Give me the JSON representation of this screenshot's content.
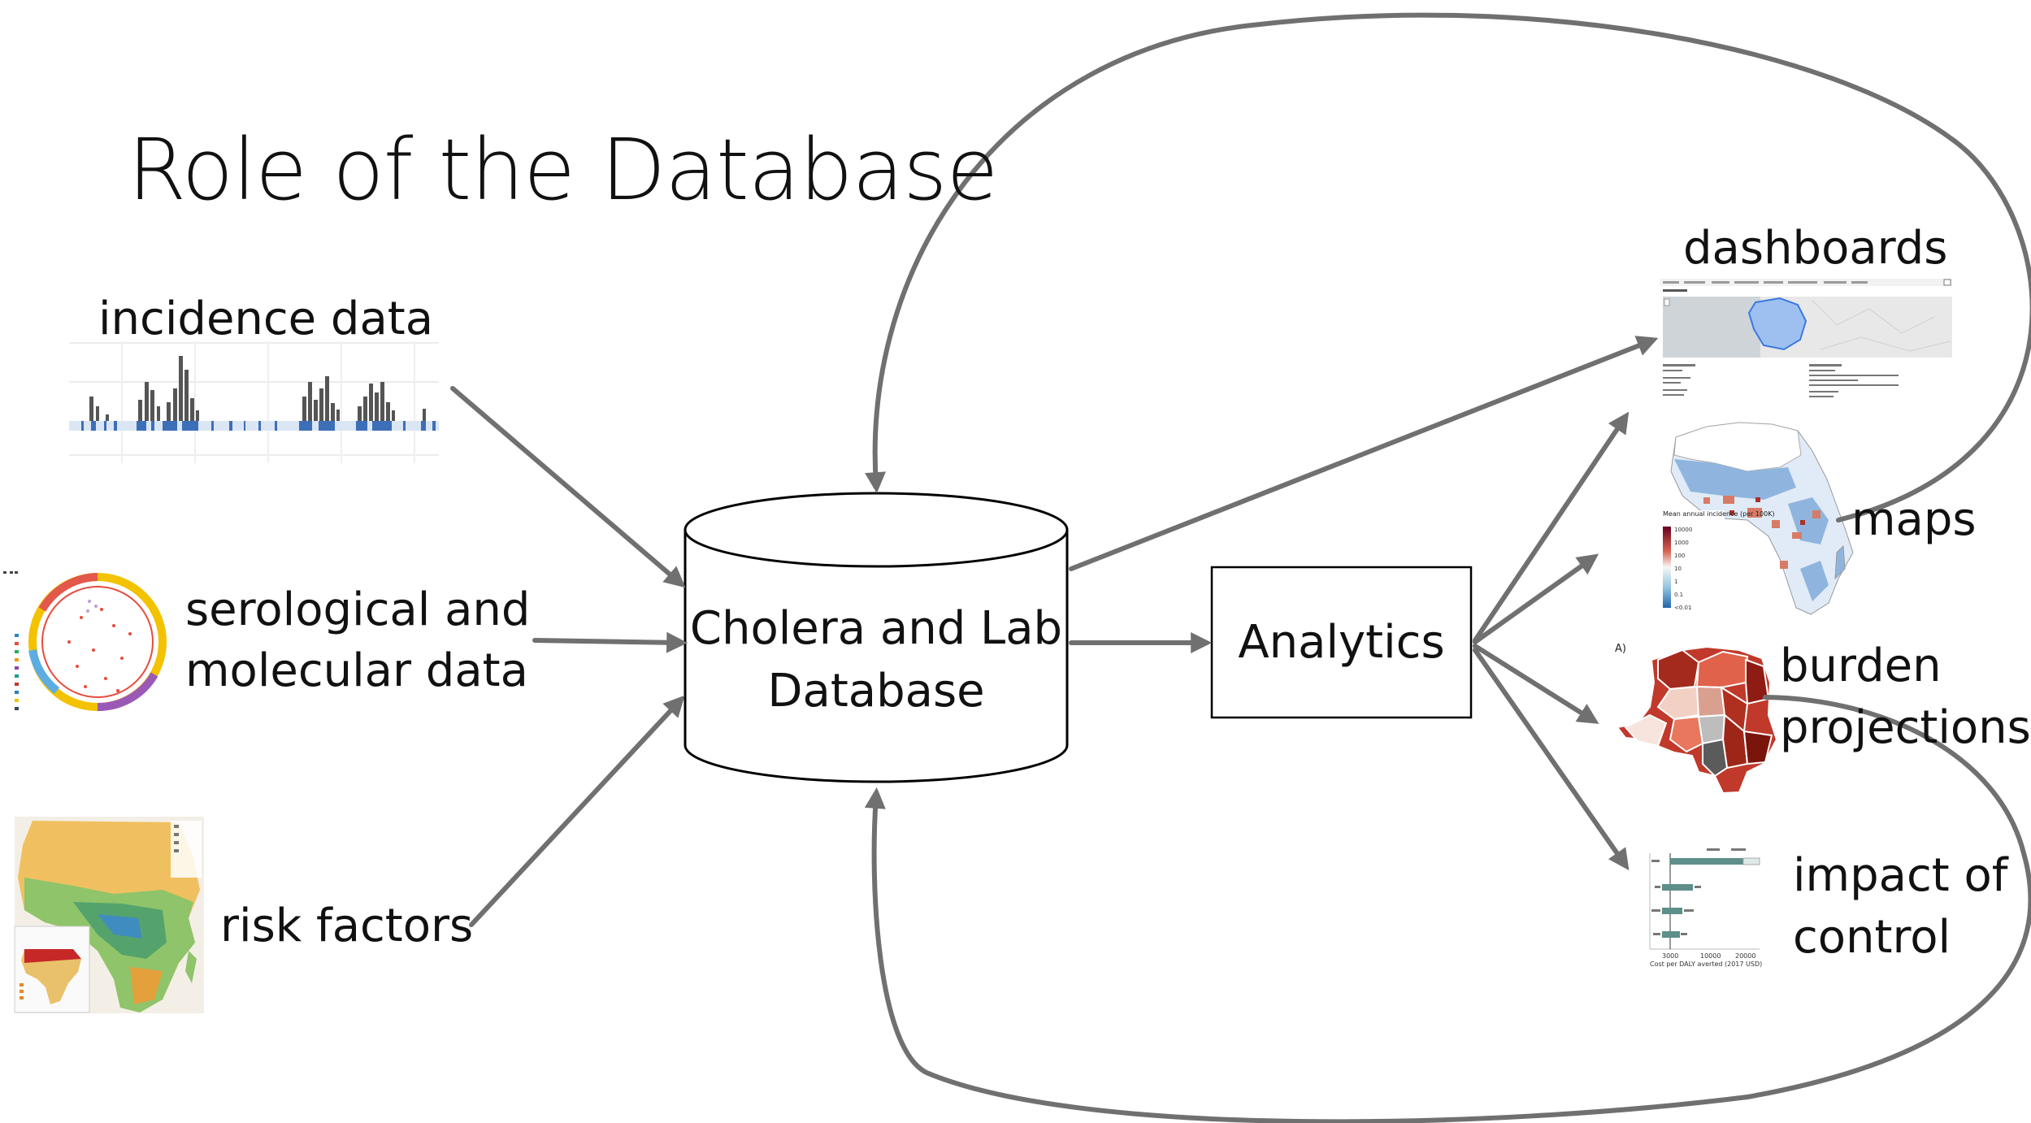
{
  "slide": {
    "title": "Role of the Database"
  },
  "sources": {
    "incidence": "incidence data",
    "serological_line1": "serological  and",
    "serological_line2": "molecular data",
    "risk": "risk factors"
  },
  "database": {
    "line1": "Cholera and Lab",
    "line2": "Database"
  },
  "analytics": {
    "label": "Analytics"
  },
  "outputs": {
    "dashboards": "dashboards",
    "maps": "maps",
    "burden_line1": "burden",
    "burden_line2": "projections",
    "impact_line1": "impact of",
    "impact_line2": "control"
  },
  "thumbnails": {
    "maps_legend_title": "Mean annual incidence (per 100K)",
    "maps_legend_ticks": [
      "10000",
      "1000",
      "100",
      "10",
      "1",
      "0.1",
      "<0.01"
    ],
    "burden_panel_label": "A)",
    "impact_xlabel": "Cost per DALY averted (2017 USD)",
    "impact_xticks": [
      "3000",
      "10000",
      "20000"
    ]
  },
  "colors": {
    "arrow": "#707070",
    "box_stroke": "#000000",
    "map_high": "#8b1a1a",
    "map_low": "#6f9fd8"
  }
}
